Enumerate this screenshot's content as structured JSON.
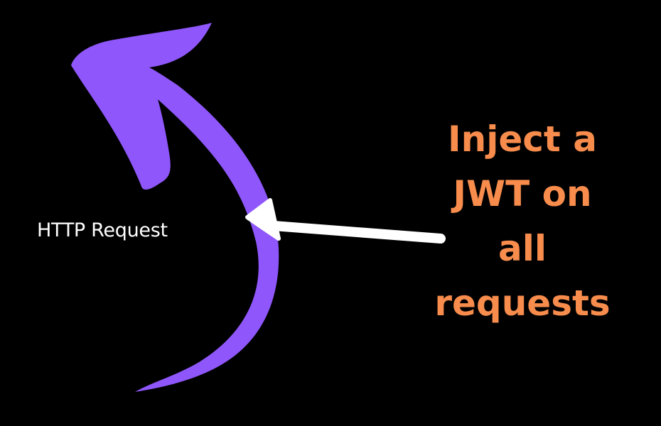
{
  "diagram": {
    "label": "HTTP Request",
    "callout_lines": [
      "Inject a",
      "JWT on",
      "all",
      "requests"
    ],
    "colors": {
      "background": "#000000",
      "curved_arrow": "#8f57fb",
      "pointer_arrow": "#ffffff",
      "callout_text": "#f78c4c",
      "label_text": "#ffffff"
    }
  }
}
